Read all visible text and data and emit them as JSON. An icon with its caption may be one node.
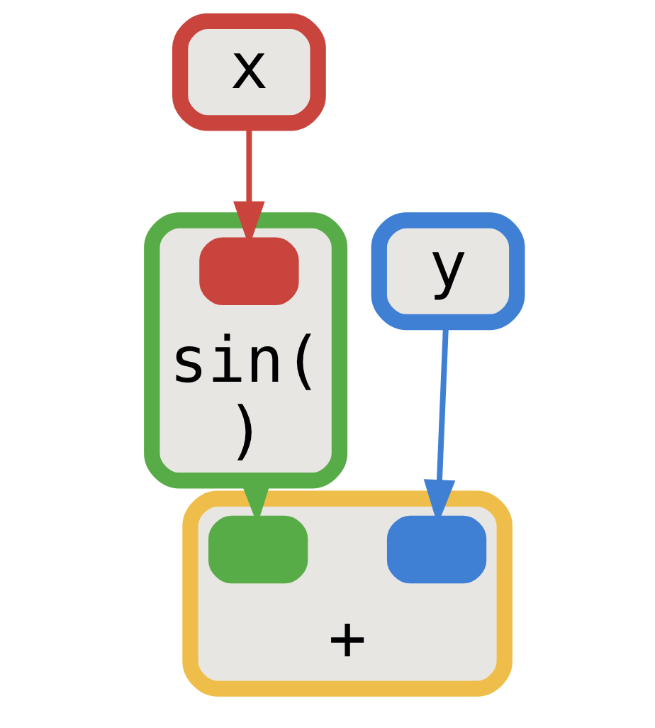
{
  "diagram": {
    "nodes": [
      {
        "text": [
          "x"
        ]
      },
      {
        "text": [
          "y"
        ]
      },
      {
        "text": [
          "sin(",
          ")"
        ]
      },
      {
        "text": [],
        "shape": "box",
        "in": 2
      },
      {
        "text": [
          "+"
        ]
      },
      {
        "text": [],
        "shape": "box",
        "in": 4
      },
      {
        "text": [],
        "shape": "box",
        "in": 4
      }
    ],
    "edges": [
      {
        "from": 0,
        "to": 3,
        "arrow": "to",
        "color": "#c9443d"
      },
      {
        "from": 2,
        "to": 5,
        "arrow": "to",
        "color": "#58ac47"
      },
      {
        "from": 1,
        "to": 6,
        "arrow": "to",
        "color": "#3f7fd4"
      }
    ]
  }
}
